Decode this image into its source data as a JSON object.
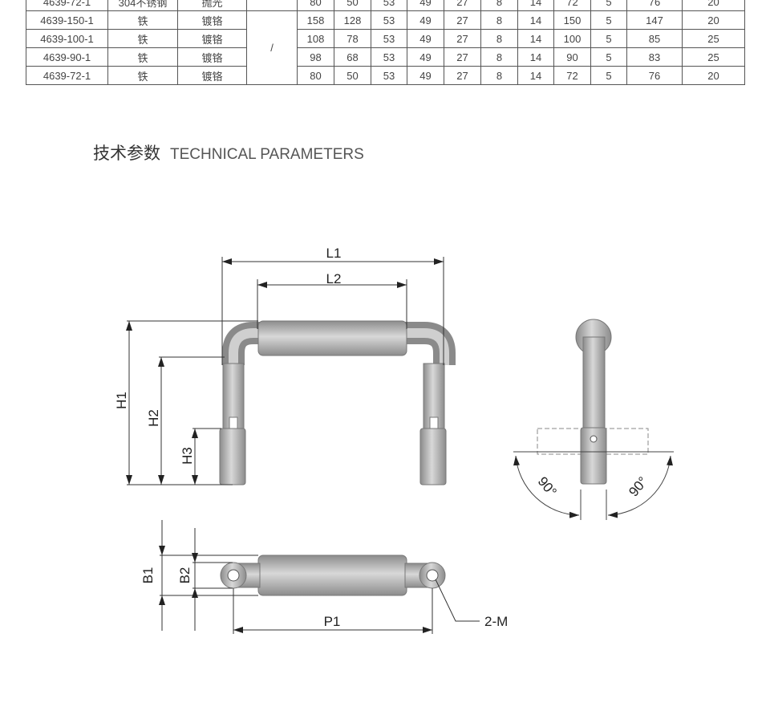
{
  "table": {
    "rows": [
      [
        "4639-72-1",
        "304不锈钢",
        "抛光",
        "",
        "80",
        "50",
        "53",
        "49",
        "27",
        "8",
        "14",
        "72",
        "5",
        "76",
        "20"
      ],
      [
        "4639-150-1",
        "铁",
        "镀铬",
        "",
        "158",
        "128",
        "53",
        "49",
        "27",
        "8",
        "14",
        "150",
        "5",
        "147",
        "20"
      ],
      [
        "4639-100-1",
        "铁",
        "镀铬",
        "/",
        "108",
        "78",
        "53",
        "49",
        "27",
        "8",
        "14",
        "100",
        "5",
        "85",
        "25"
      ],
      [
        "4639-90-1",
        "铁",
        "镀铬",
        "",
        "98",
        "68",
        "53",
        "49",
        "27",
        "8",
        "14",
        "90",
        "5",
        "83",
        "25"
      ],
      [
        "4639-72-1",
        "铁",
        "镀铬",
        "",
        "80",
        "50",
        "53",
        "49",
        "27",
        "8",
        "14",
        "72",
        "5",
        "76",
        "20"
      ]
    ]
  },
  "section": {
    "title_cn": "技术参数",
    "title_en": "TECHNICAL PARAMETERS"
  },
  "drawing": {
    "labels": {
      "L1": "L1",
      "L2": "L2",
      "H1": "H1",
      "H2": "H2",
      "H3": "H3",
      "B1": "B1",
      "B2": "B2",
      "P1": "P1",
      "M": "2-M",
      "angle_left": "90°",
      "angle_right": "90°"
    }
  },
  "colors": {
    "metal": "#b9b9b9",
    "metal_dark": "#8a8a8a",
    "line": "#333333"
  }
}
